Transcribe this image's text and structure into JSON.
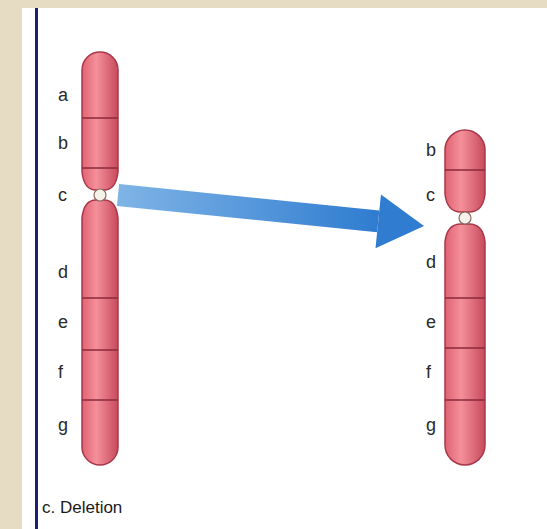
{
  "diagram": {
    "caption": "c. Deletion",
    "nodes": [
      {
        "text": [
          "a",
          "b",
          "c",
          "d",
          "e",
          "f",
          "g"
        ]
      },
      {
        "text": [
          "b",
          "c",
          "d",
          "e",
          "f",
          "g"
        ]
      }
    ],
    "edges": [
      {
        "from": 0,
        "to": 1,
        "arrow": "to"
      }
    ]
  }
}
